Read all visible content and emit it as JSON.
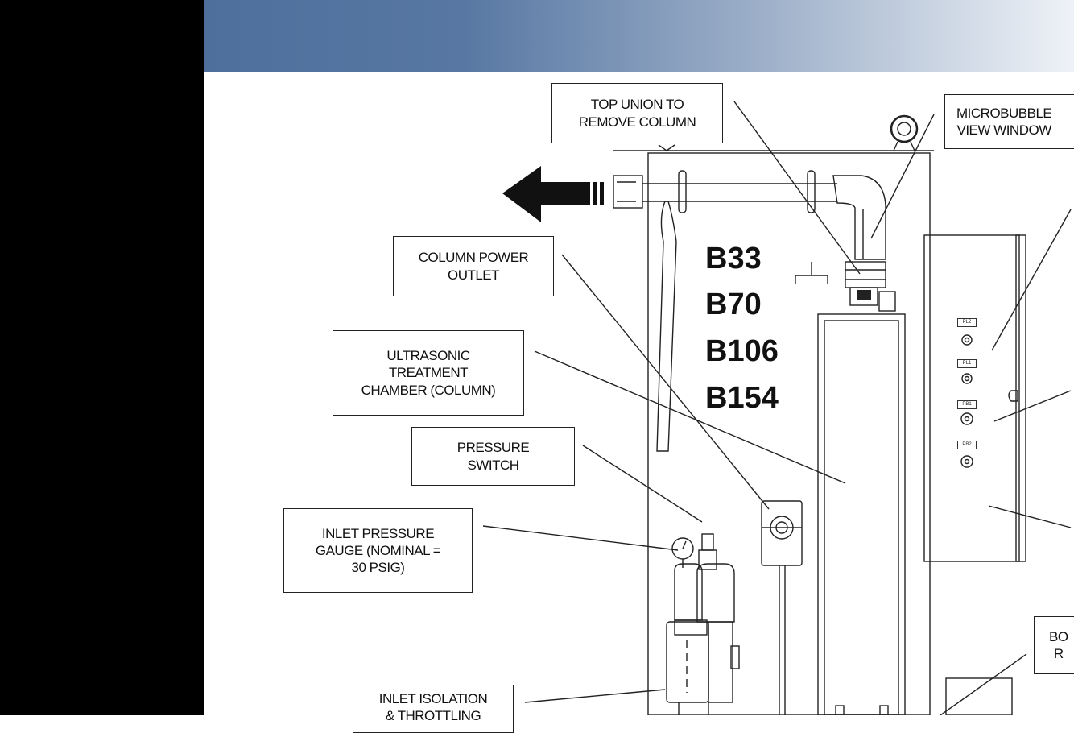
{
  "callouts": {
    "top_union": "TOP UNION TO\nREMOVE COLUMN",
    "microbubble": "MICROBUBBLE\nVIEW WINDOW",
    "column_power": "COLUMN POWER\nOUTLET",
    "ultrasonic": "ULTRASONIC\nTREATMENT\nCHAMBER (COLUMN)",
    "pressure_switch": "PRESSURE\nSWITCH",
    "inlet_gauge": "INLET PRESSURE\nGAUGE  (NOMINAL =\n30 PSIG)",
    "inlet_isolation": "INLET ISOLATION\n& THROTTLING",
    "bottom_right_partial": "BO\nR"
  },
  "models": [
    "B33",
    "B70",
    "B106",
    "B154"
  ],
  "panel_labels": [
    "PL2",
    "PL1",
    "PB1",
    "PB2"
  ],
  "colors": {
    "header_start": "#4e6f9c",
    "header_end": "#eef2f7",
    "line": "#222222"
  }
}
